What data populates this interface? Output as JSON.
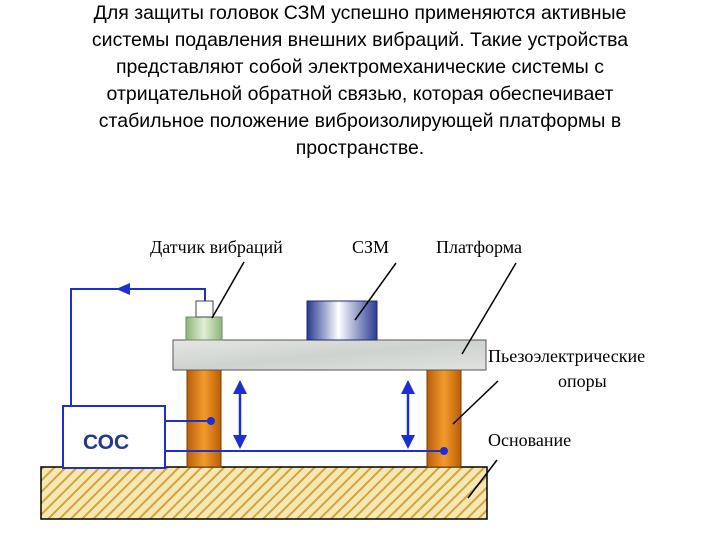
{
  "description": {
    "lines": [
      "Для защиты головок СЗМ успешно применяются активные",
      "системы подавления внешних вибраций. Такие устройства",
      "представляют собой электромеханические системы с",
      "отрицательной обратной связью, которая обеспечивает",
      "стабильное положение виброизолирующей платформы в",
      "пространстве."
    ]
  },
  "diagram": {
    "labels": {
      "vibration_sensor": "Датчик вибраций",
      "szm": "СЗМ",
      "platform": "Платформа",
      "piezo_supports_line1": "Пьезоэлектрические",
      "piezo_supports_line2": "опоры",
      "base": "Основание",
      "soc": "СОС"
    },
    "colors": {
      "wire": "#1d2fd0",
      "support": "#e07d12",
      "base_hatch": "#d4a33a",
      "base_fill": "#f6e8b4",
      "platform": "#d9dcd9",
      "szm_block": "#3a4aa8",
      "sensor": "#a9c898"
    }
  }
}
